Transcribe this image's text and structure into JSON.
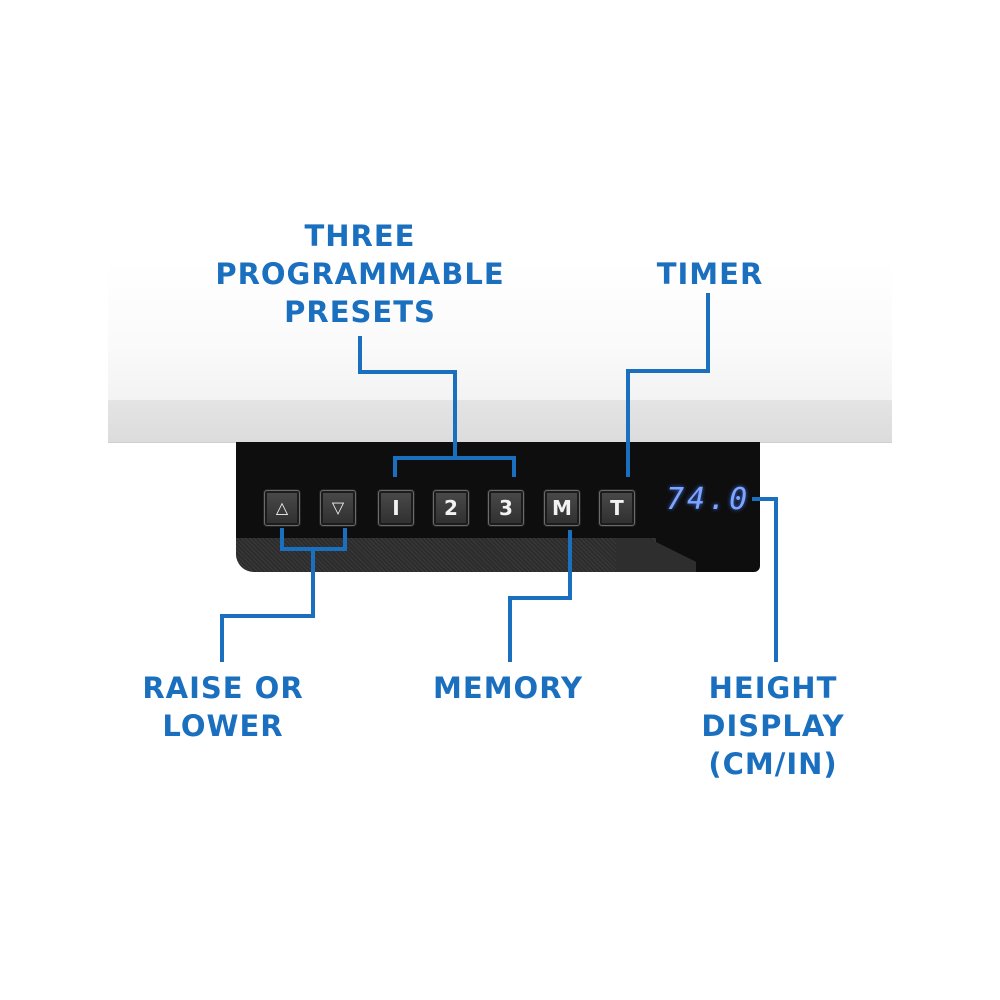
{
  "colors": {
    "accent": "#1a6fbf",
    "panel": "#0e0e0e",
    "button_face": "#3a3a3a",
    "button_text": "#f2f2f2",
    "display_digits": "#7fa6ff",
    "desk_top": "#f8f8f8",
    "desk_edge": "#e0e0e0"
  },
  "panel": {
    "buttons": [
      {
        "id": "raise",
        "label": "△",
        "icon": "triangle-up-icon"
      },
      {
        "id": "lower",
        "label": "▽",
        "icon": "triangle-down-icon"
      },
      {
        "id": "preset-1",
        "label": "I"
      },
      {
        "id": "preset-2",
        "label": "2"
      },
      {
        "id": "preset-3",
        "label": "3"
      },
      {
        "id": "memory",
        "label": "M"
      },
      {
        "id": "timer",
        "label": "T"
      }
    ],
    "display": {
      "value": "74.0"
    }
  },
  "callouts": {
    "presets": {
      "line1": "THREE",
      "line2": "PROGRAMMABLE",
      "line3": "PRESETS"
    },
    "timer": {
      "line1": "TIMER"
    },
    "raise_lower": {
      "line1": "RAISE OR",
      "line2": "LOWER"
    },
    "memory": {
      "line1": "MEMORY"
    },
    "height_display": {
      "line1": "HEIGHT",
      "line2": "DISPLAY",
      "line3": "(CM/IN)"
    }
  }
}
